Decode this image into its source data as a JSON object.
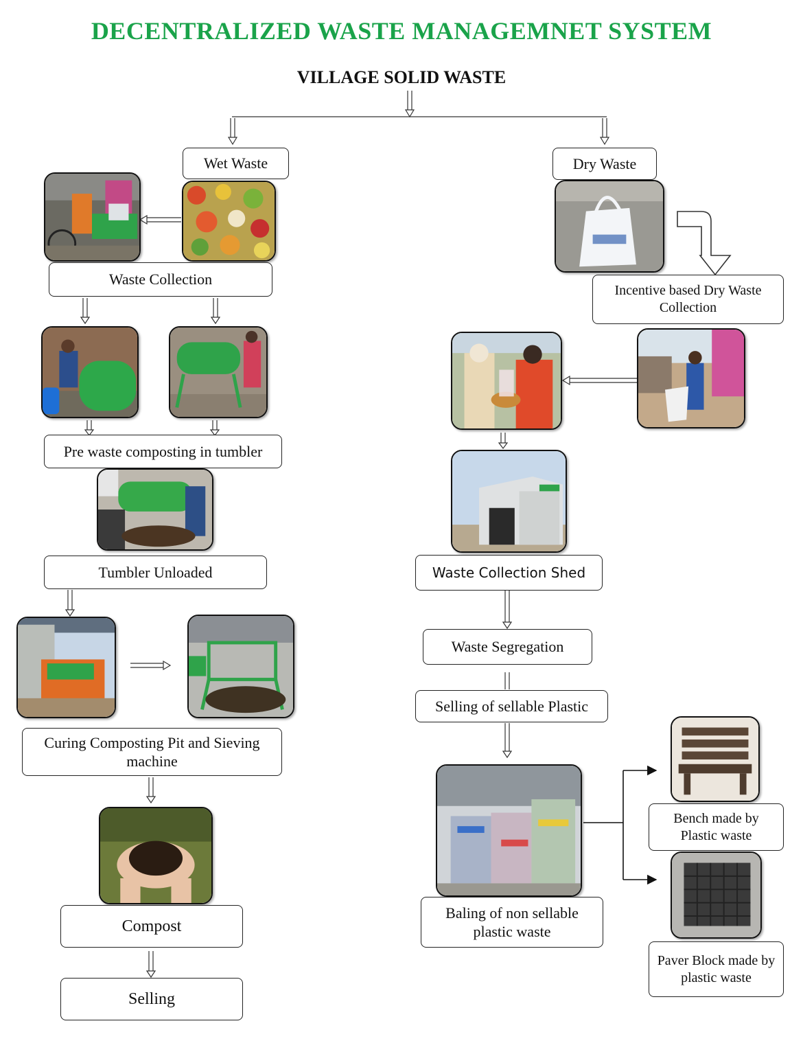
{
  "title": "DECENTRALIZED WASTE MANAGEMNET SYSTEM",
  "root": "VILLAGE SOLID WASTE",
  "wet": {
    "label": "Wet Waste",
    "collection": "Waste Collection",
    "tumbler": "Pre waste composting in tumbler",
    "unloaded": "Tumbler Unloaded",
    "curing": "Curing Composting Pit and Sieving machine",
    "compost": "Compost",
    "selling": "Selling"
  },
  "dry": {
    "label": "Dry Waste",
    "incentive": "Incentive based Dry Waste Collection",
    "shed": "Waste Collection Shed",
    "segregation": "Waste Segregation",
    "selling_plastic": "Selling of sellable Plastic",
    "baling": "Baling of non sellable plastic waste",
    "bench": "Bench made by Plastic waste",
    "paver": "Paver Block made by plastic waste"
  },
  "colors": {
    "title": "#1aa34a",
    "border": "#222222"
  }
}
